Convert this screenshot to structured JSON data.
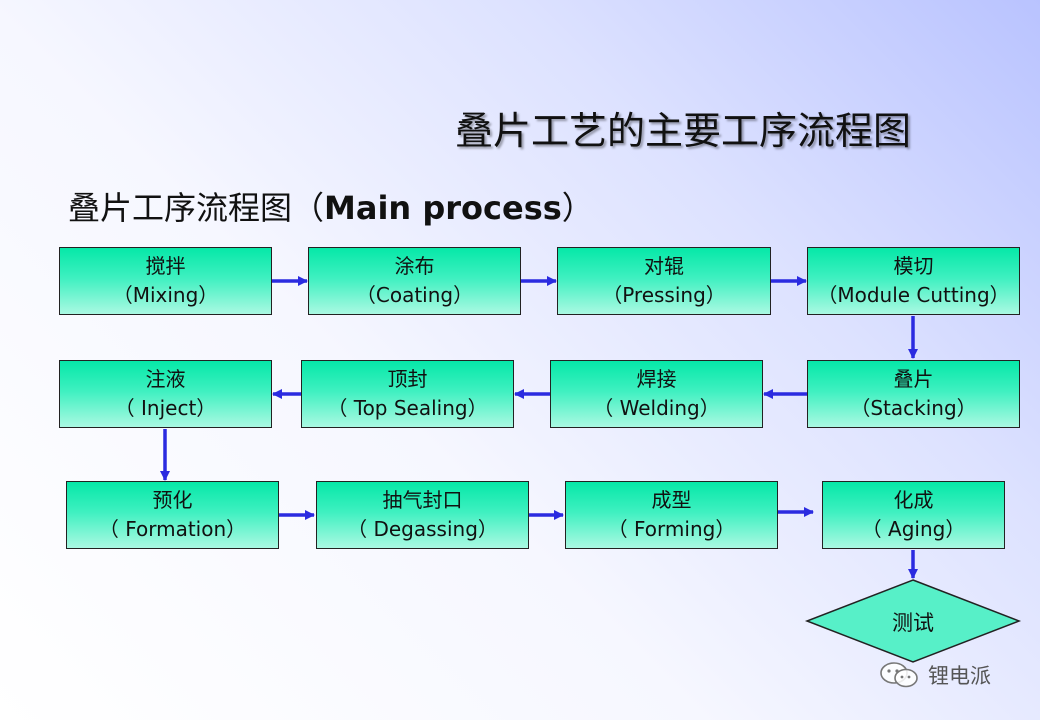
{
  "title": "叠片工艺的主要工序流程图",
  "subtitle": {
    "zh": "叠片工序流程图（",
    "en": "Main process",
    "close": "）"
  },
  "steps": [
    {
      "zh": "搅拌",
      "en": "（Mixing）"
    },
    {
      "zh": "涂布",
      "en": "（Coating）"
    },
    {
      "zh": "对辊",
      "en": "（Pressing）"
    },
    {
      "zh": "模切",
      "en": "（Module Cutting）"
    },
    {
      "zh": "叠片",
      "en": "（Stacking）"
    },
    {
      "zh": "焊接",
      "en": "（ Welding）"
    },
    {
      "zh": "顶封",
      "en": "（ Top Sealing）"
    },
    {
      "zh": "注液",
      "en": "（ Inject）"
    },
    {
      "zh": "预化",
      "en": "（ Formation）"
    },
    {
      "zh": "抽气封口",
      "en": "（ Degassing）"
    },
    {
      "zh": "成型",
      "en": "（ Forming）"
    },
    {
      "zh": "化成",
      "en": "（ Aging）"
    }
  ],
  "final_step": "测试",
  "watermark": "锂电派",
  "colors": {
    "arrow": "#2b2be0",
    "box_top": "#06e8a8",
    "box_bottom": "#aaf9e2",
    "diamond": "#57f0c8"
  },
  "icons": {
    "watermark": "wechat-icon"
  }
}
